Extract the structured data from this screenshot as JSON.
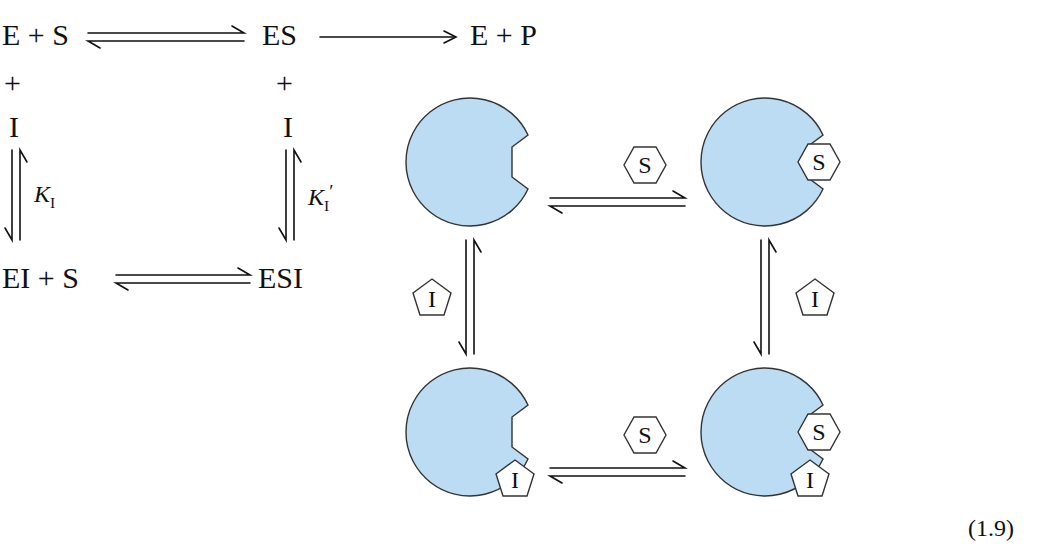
{
  "diagram": {
    "nodes": [
      {
        "text": []
      },
      {
        "text": [
          "S"
        ]
      },
      {
        "text": []
      },
      {
        "text": [
          "S"
        ],
        "in": 2
      },
      {
        "text": [
          "I"
        ]
      },
      {
        "text": [
          "I"
        ]
      },
      {
        "text": []
      },
      {
        "text": [
          "I"
        ],
        "in": 6
      },
      {
        "text": [
          "S"
        ]
      },
      {
        "text": []
      },
      {
        "text": [
          "S"
        ],
        "in": 9
      },
      {
        "text": [
          "I"
        ],
        "in": 9
      }
    ],
    "edges": [
      {
        "from": 0,
        "to": 2,
        "arrow": "both"
      },
      {
        "from": 0,
        "to": 6,
        "arrow": "both"
      },
      {
        "from": 2,
        "to": 9,
        "arrow": "both"
      },
      {
        "from": 6,
        "to": 9,
        "arrow": "both"
      }
    ],
    "labels": [
      "E + S",
      "ES",
      "E + P",
      "+",
      "+",
      "I",
      "I",
      "KI",
      "KI′",
      "EI + S",
      "ESI",
      "(1.9)"
    ]
  }
}
